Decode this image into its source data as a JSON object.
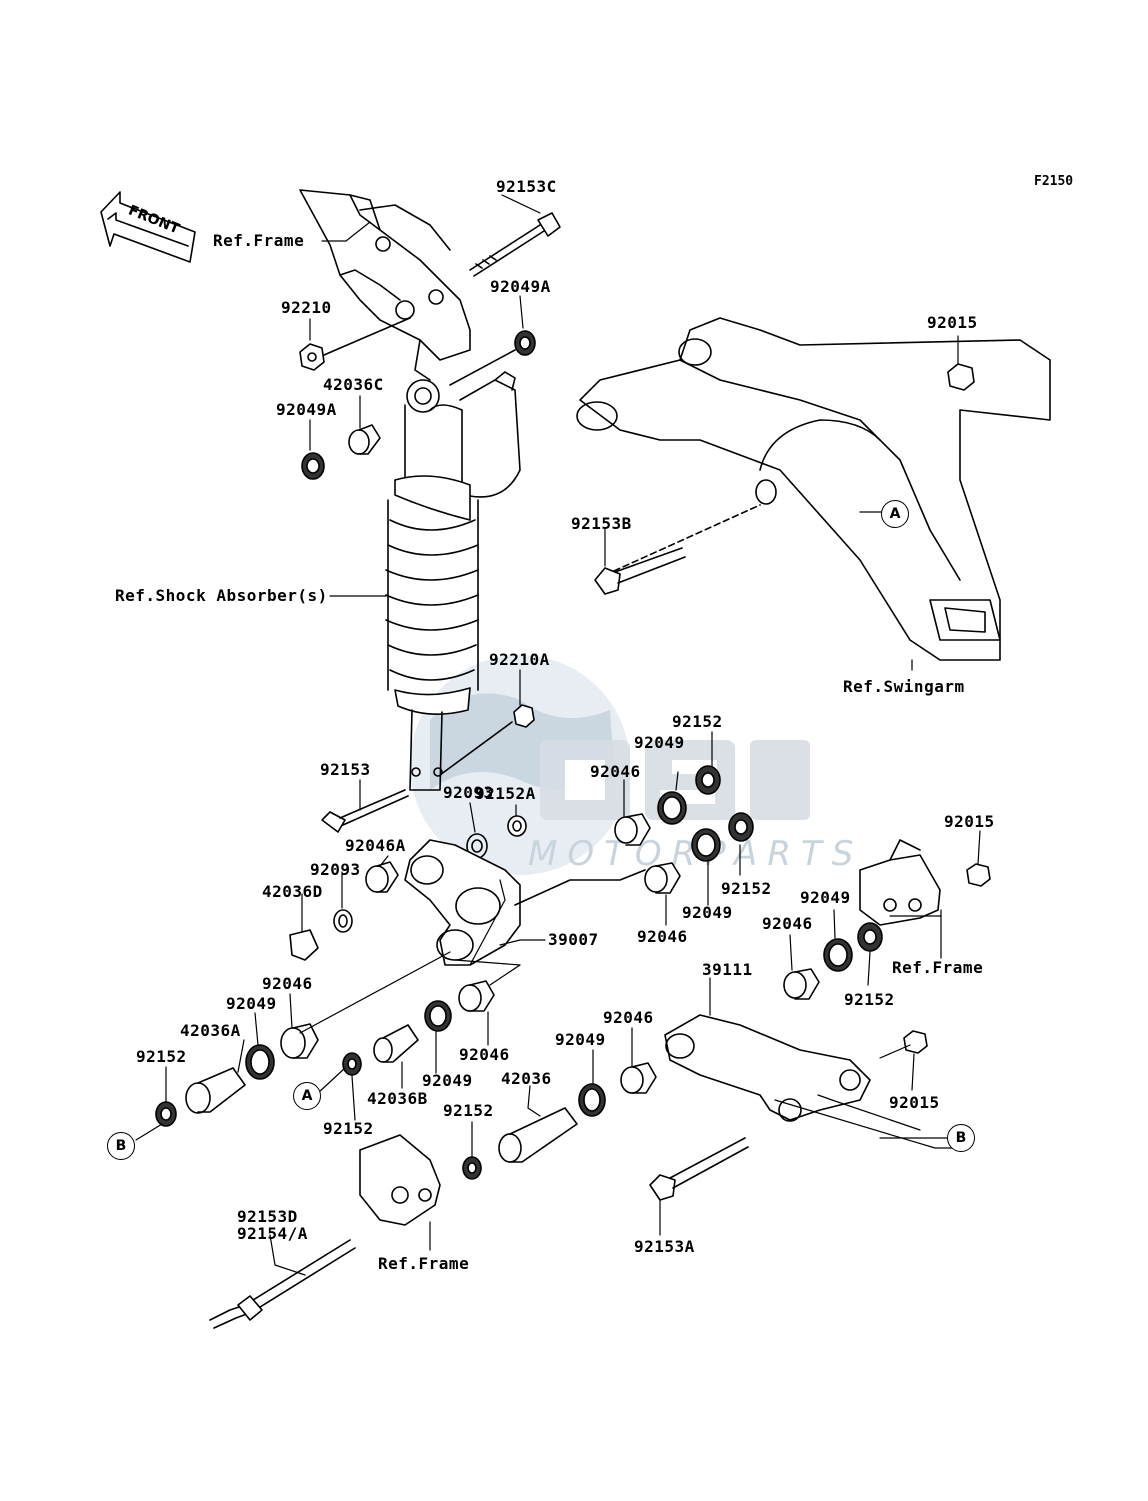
{
  "diagram_code": "F2150",
  "front_label": "FRONT",
  "watermark": {
    "brand": "OEM",
    "sub": "MOTORPARTS"
  },
  "callouts": {
    "a": "A",
    "b": "B"
  },
  "refs": {
    "frame_top": "Ref.Frame",
    "shock": "Ref.Shock Absorber(s)",
    "swingarm": "Ref.Swingarm",
    "frame_right": "Ref.Frame",
    "frame_bottom": "Ref.Frame"
  },
  "parts": {
    "p92153C": "92153C",
    "p92210": "92210",
    "p92049A_top": "92049A",
    "p42036C": "42036C",
    "p92049A_left": "92049A",
    "p92015_top": "92015",
    "p92153B": "92153B",
    "p92210A": "92210A",
    "p92153": "92153",
    "p92152_top": "92152",
    "p92049_top": "92049",
    "p92046_top": "92046",
    "p92152A": "92152A",
    "p92093_a": "92093",
    "p92046A": "92046A",
    "p92093_b": "92093",
    "p42036D": "42036D",
    "p92152_mid": "92152",
    "p92049_mid": "92049",
    "p92015_right": "92015",
    "p39007": "39007",
    "p92046_mid": "92046",
    "p92049_right": "92049",
    "p92046_right": "92046",
    "p92152_right": "92152",
    "p39111": "39111",
    "p92046_left": "92046",
    "p92049_left": "92049",
    "p42036A": "42036A",
    "p92152_left": "92152",
    "p92046_low": "92046",
    "p92049_low": "92049",
    "p42036B": "42036B",
    "p92046_low2": "92046",
    "p92049_low2": "92049",
    "p42036": "42036",
    "p92152_low": "92152",
    "p92152_low2": "92152",
    "p92015_low": "92015",
    "p92153D": "92153D",
    "p92154A": "92154/A",
    "p92153A": "92153A"
  }
}
